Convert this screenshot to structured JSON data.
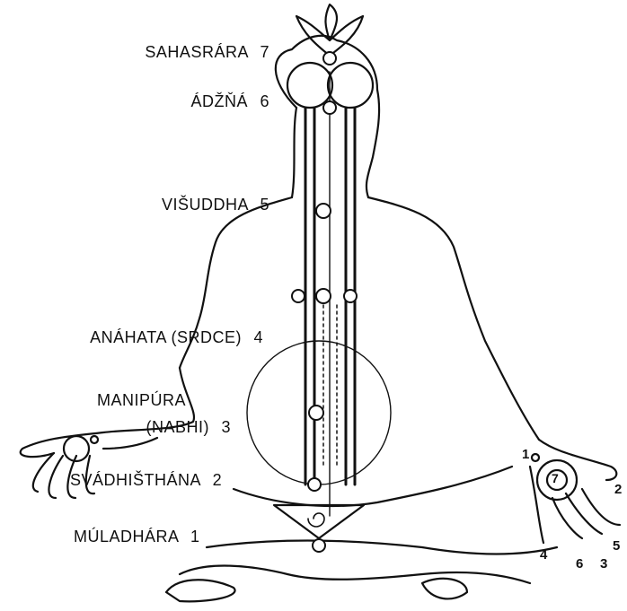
{
  "chakras": [
    {
      "name": "SAHASRÁRA",
      "number": "7"
    },
    {
      "name": "ÁDŽŇÁ",
      "number": "6"
    },
    {
      "name": "VIŠUDDHA",
      "number": "5"
    },
    {
      "name": "ANÁHATA (SRDCE)",
      "number": "4"
    },
    {
      "name": "MANIPÚRA",
      "name_line2": "(NABHI)",
      "number": "3"
    },
    {
      "name": "SVÁDHIŠTHÁNA",
      "number": "2"
    },
    {
      "name": "MÚLADHÁRA",
      "number": "1"
    }
  ],
  "right_hand": {
    "palm_number": "7",
    "fingers": [
      "1",
      "2",
      "3",
      "4",
      "5",
      "6"
    ]
  },
  "colors": {
    "ink": "#111111",
    "paper": "#ffffff"
  }
}
